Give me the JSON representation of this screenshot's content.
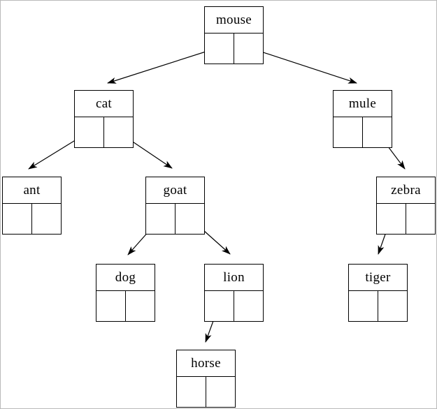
{
  "diagram": {
    "type": "binary-tree-with-pointer-cells",
    "colors": {
      "background": "#ffffff",
      "line": "#000000",
      "text": "#000000",
      "frame_border": "#b9b9b9"
    },
    "nodes": [
      {
        "id": "mouse",
        "label": "mouse"
      },
      {
        "id": "cat",
        "label": "cat"
      },
      {
        "id": "mule",
        "label": "mule"
      },
      {
        "id": "ant",
        "label": "ant"
      },
      {
        "id": "goat",
        "label": "goat"
      },
      {
        "id": "zebra",
        "label": "zebra"
      },
      {
        "id": "dog",
        "label": "dog"
      },
      {
        "id": "lion",
        "label": "lion"
      },
      {
        "id": "tiger",
        "label": "tiger"
      },
      {
        "id": "horse",
        "label": "horse"
      }
    ],
    "edges": [
      {
        "from": "mouse",
        "pointer": "left",
        "to": "cat"
      },
      {
        "from": "mouse",
        "pointer": "right",
        "to": "mule"
      },
      {
        "from": "cat",
        "pointer": "left",
        "to": "ant"
      },
      {
        "from": "cat",
        "pointer": "right",
        "to": "goat"
      },
      {
        "from": "goat",
        "pointer": "left",
        "to": "dog"
      },
      {
        "from": "goat",
        "pointer": "right",
        "to": "lion"
      },
      {
        "from": "mule",
        "pointer": "right",
        "to": "zebra"
      },
      {
        "from": "zebra",
        "pointer": "left",
        "to": "tiger"
      },
      {
        "from": "lion",
        "pointer": "left",
        "to": "horse"
      }
    ]
  }
}
